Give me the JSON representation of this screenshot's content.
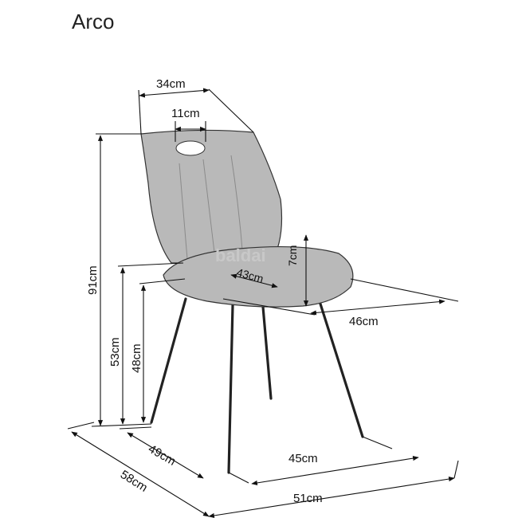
{
  "title": "Arco",
  "watermark": "baldai",
  "dimensions": {
    "back_top_width": "34cm",
    "handle_width": "11cm",
    "seat_back_height": "7cm",
    "seat_depth_inner": "43cm",
    "seat_width": "46cm",
    "total_height": "91cm",
    "seat_height": "53cm",
    "seat_inner_height": "48cm",
    "leg_depth": "49cm",
    "leg_width": "45cm",
    "total_depth": "58cm",
    "total_width": "51cm"
  },
  "colors": {
    "fabric": "#b9b9b9",
    "line": "#111111",
    "legs": "#222222"
  }
}
